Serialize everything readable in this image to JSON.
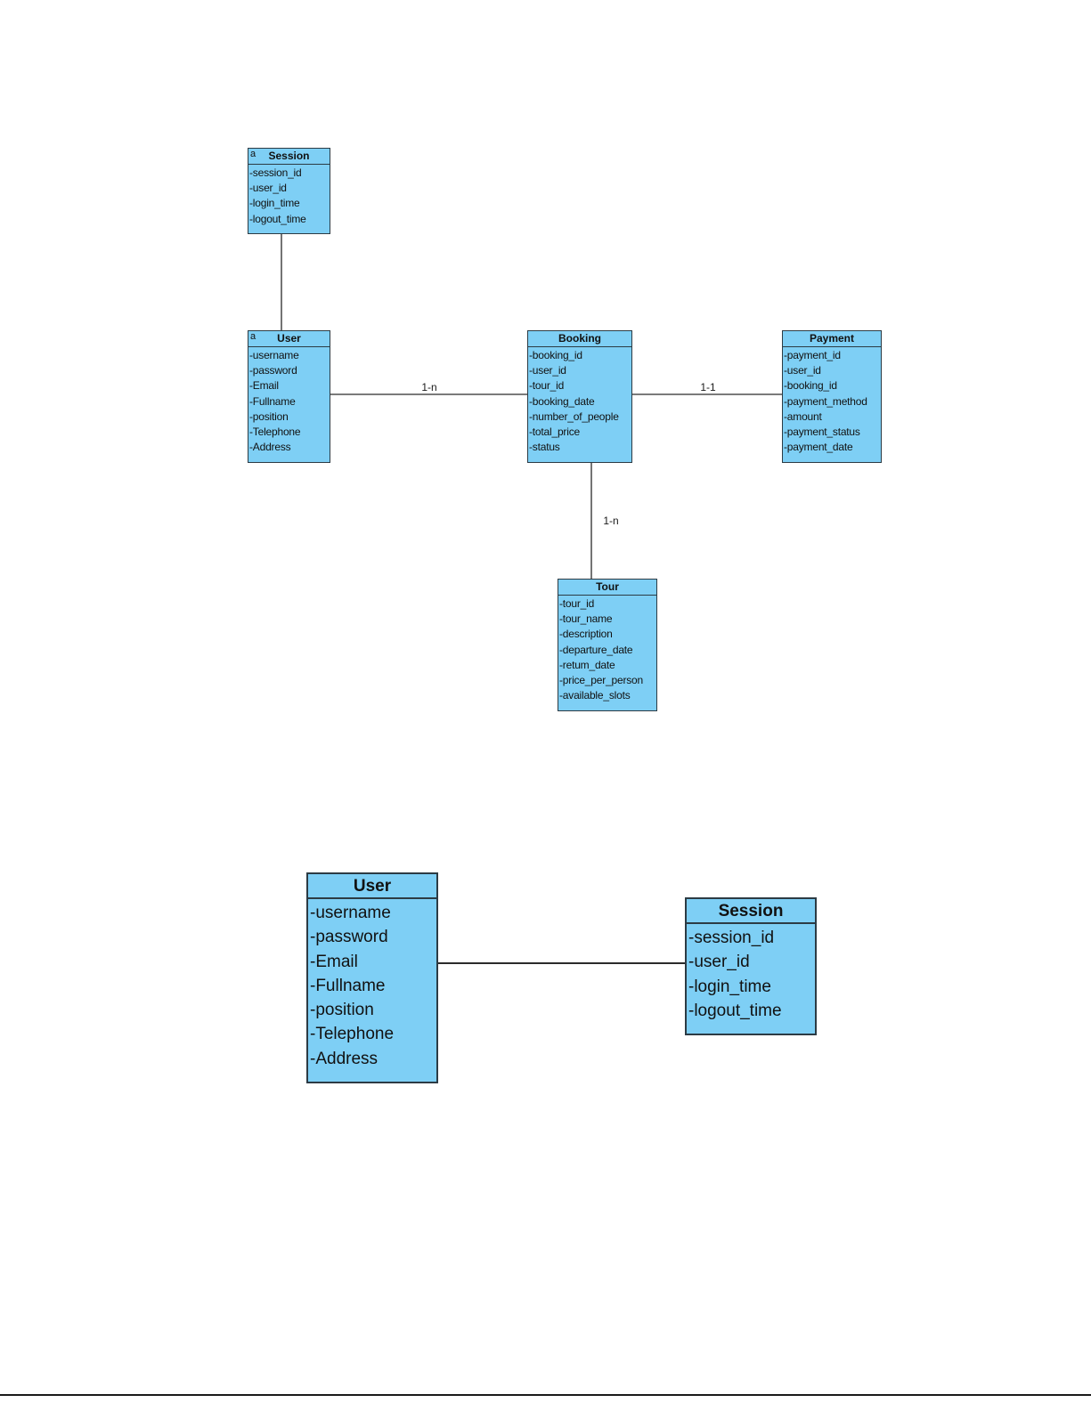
{
  "classes": {
    "session": {
      "title": "Session",
      "stereotype": "a",
      "attributes": [
        "-session_id",
        "-user_id",
        "-login_time",
        "-logout_time"
      ]
    },
    "user": {
      "title": "User",
      "stereotype": "a",
      "attributes": [
        "-username",
        "-password",
        "-Email",
        "-Fullname",
        "-position",
        "-Telephone",
        "-Address"
      ]
    },
    "booking": {
      "title": "Booking",
      "attributes": [
        "-booking_id",
        "-user_id",
        "-tour_id",
        "-booking_date",
        "-number_of_people",
        "-total_price",
        "-status"
      ]
    },
    "payment": {
      "title": "Payment",
      "attributes": [
        "-payment_id",
        "-user_id",
        "-booking_id",
        "-payment_method",
        "-amount",
        "-payment_status",
        "-payment_date"
      ]
    },
    "tour": {
      "title": "Tour",
      "attributes": [
        "-tour_id",
        "-tour_name",
        "-description",
        "-departure_date",
        "-retum_date",
        "-price_per_person",
        "-available_slots"
      ]
    },
    "user_large": {
      "title": "User",
      "attributes": [
        "-username",
        "-password",
        "-Email",
        "-Fullname",
        "-position",
        "-Telephone",
        "-Address"
      ]
    },
    "session_large": {
      "title": "Session",
      "attributes": [
        "-session_id",
        "-user_id",
        "-login_time",
        "-logout_time"
      ]
    }
  },
  "associations": {
    "user_booking": "1-n",
    "booking_payment": "1-1",
    "booking_tour": "1-n"
  },
  "colors": {
    "class_fill": "#7ecff5",
    "class_border": "#2c3b44",
    "line": "#2a2a2a"
  }
}
